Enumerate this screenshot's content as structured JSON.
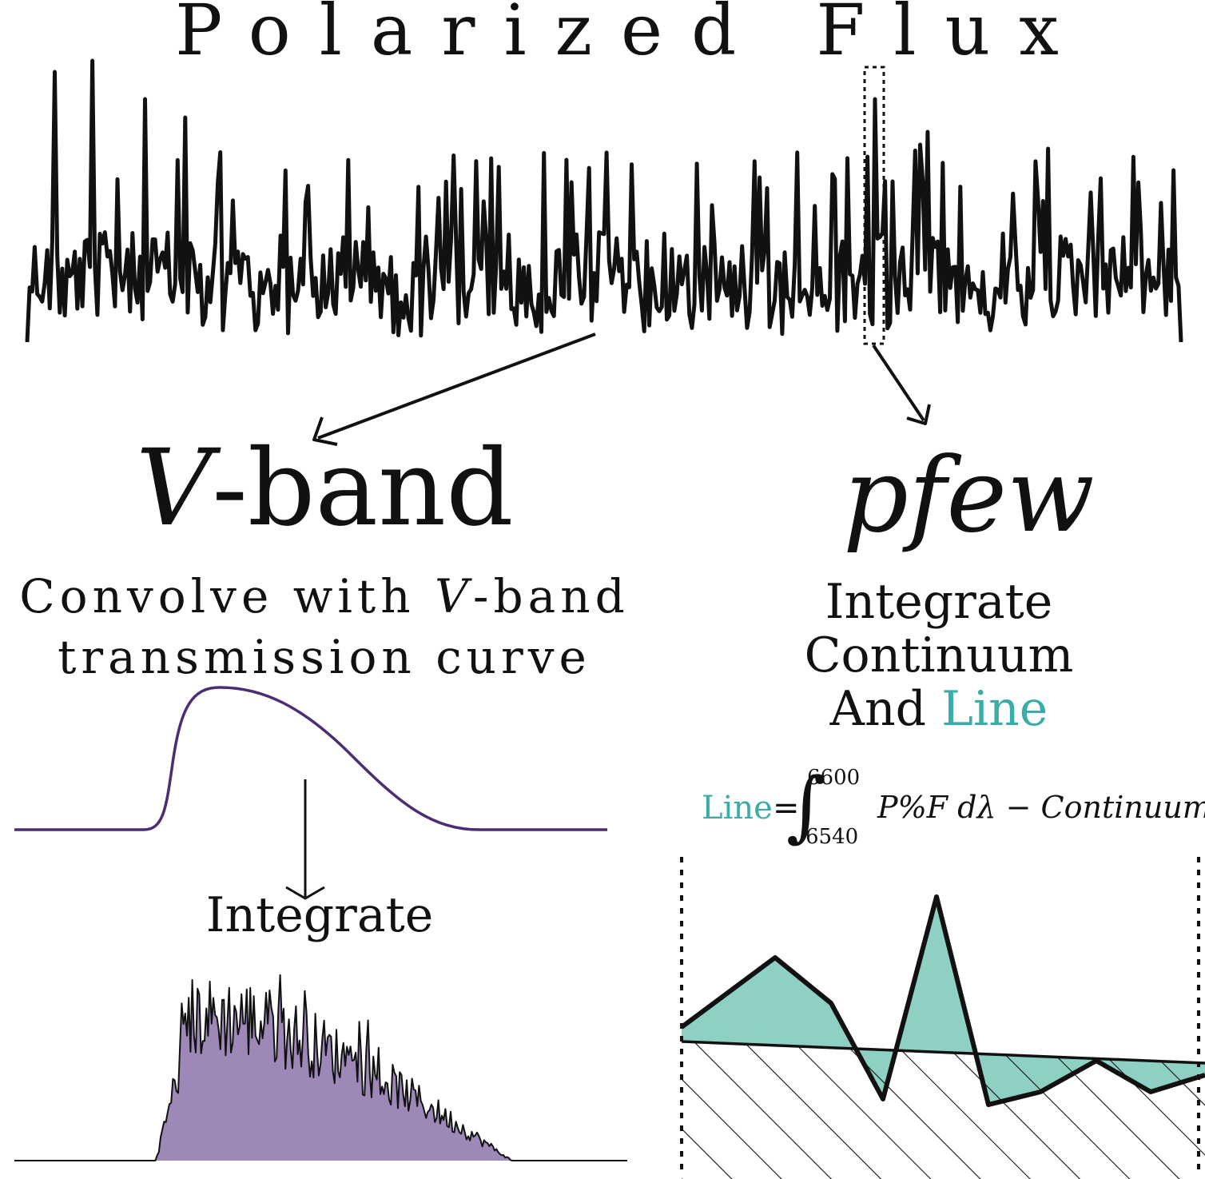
{
  "title": "Polarized Flux",
  "left": {
    "heading_italic": "V",
    "heading_rest": "-band",
    "step1_prefix": "Convolve with ",
    "step1_italic": "V",
    "step1_suffix": "-band",
    "step1_line2": "transmission curve",
    "step2": "Integrate"
  },
  "right": {
    "heading": "pfew",
    "step_line1": "Integrate",
    "step_line2": "Continuum",
    "step_line3_prefix": "And ",
    "step_line3_highlight": "Line",
    "formula": {
      "lhs": "Line",
      "equals": "=",
      "integral_sign": "∫",
      "upper_limit": "6600",
      "lower_limit": "6540",
      "integrand": "P%F dλ − Continuum"
    }
  },
  "colors": {
    "ink": "#111111",
    "teal": "#3aaea6",
    "teal_fill": "#8fd0c4",
    "purple_line": "#4a2d73",
    "purple_fill": "#9d88b8"
  },
  "icons": {
    "arrow_to_vband": "arrow-icon",
    "arrow_to_pfew": "arrow-icon",
    "arrow_down": "arrow-down-icon"
  }
}
